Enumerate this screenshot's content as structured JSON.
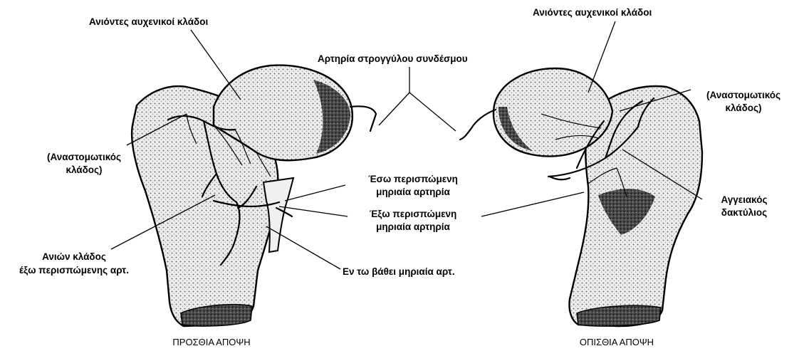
{
  "labels": {
    "left_ascending_cervical": "Ανιόντες αυχενικοί κλάδοι",
    "right_ascending_cervical": "Ανιόντες αυχενικοί κλάδοι",
    "round_ligament_artery": "Αρτηρία στρογγύλου συνδέσμου",
    "left_anastomotic_l1": "(Αναστομωτικός",
    "left_anastomotic_l2": "κλάδος)",
    "right_anastomotic_l1": "(Αναστομωτικός",
    "right_anastomotic_l2": "κλάδος)",
    "medial_circumflex_l1": "Έσω περισπώμενη",
    "medial_circumflex_l2": "μηριαία αρτηρία",
    "lateral_circumflex_l1": "Έξω περισπώμενη",
    "lateral_circumflex_l2": "μηριαία αρτηρία",
    "ascending_branch_l1": "Ανιών κλάδος",
    "ascending_branch_l2": "έξω περισπώμενης αρτ.",
    "deep_femoral": "Εν τω βάθει μηριαία αρτ.",
    "vascular_ring_l1": "Αγγειακός",
    "vascular_ring_l2": "δακτύλιος",
    "anterior_view": "ΠΡΟΣΘΙΑ ΑΠΟΨΗ",
    "posterior_view": "ΟΠΙΣΘΙΑ ΑΠΟΨΗ"
  },
  "colors": {
    "background": "#ffffff",
    "ink": "#000000",
    "bone_fill": "#e9e9e9",
    "bone_shadow": "#3a3a3a"
  }
}
